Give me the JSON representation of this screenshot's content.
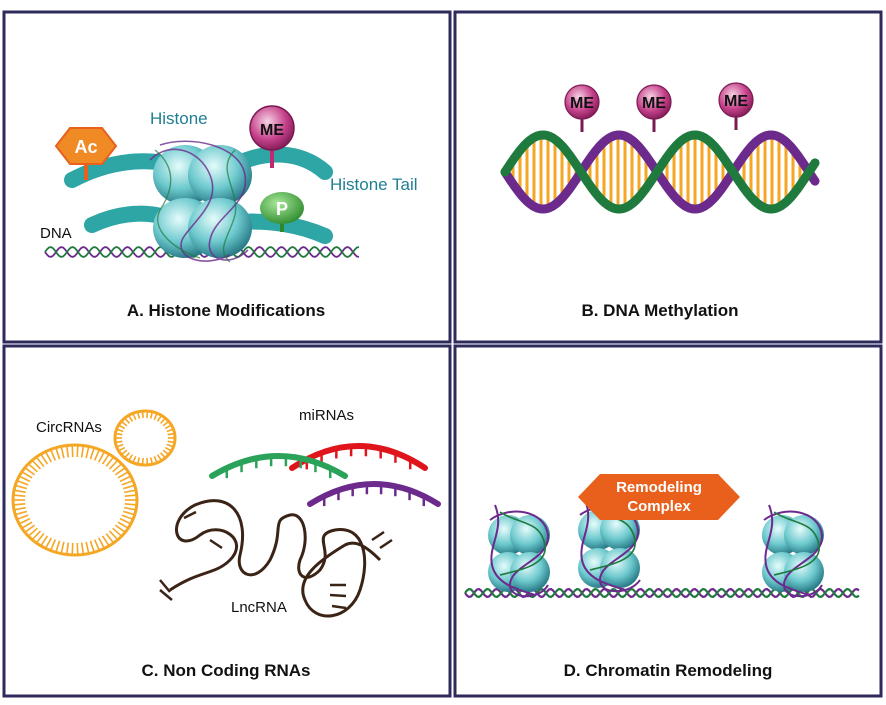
{
  "panels": {
    "a": {
      "caption": "A. Histone Modifications",
      "labels": {
        "histone": "Histone",
        "histone_tail": "Histone Tail",
        "dna": "DNA",
        "ac": "Ac",
        "me": "ME",
        "p": "P"
      }
    },
    "b": {
      "caption": "B. DNA Methylation",
      "me_labels": [
        "ME",
        "ME",
        "ME"
      ]
    },
    "c": {
      "caption": "C. Non Coding RNAs",
      "labels": {
        "circrnas": "CircRNAs",
        "mirnas": "miRNAs",
        "lncrna": "LncRNA"
      }
    },
    "d": {
      "caption": "D. Chromatin Remodeling",
      "complex_line1": "Remodeling",
      "complex_line2": "Complex"
    }
  },
  "colors": {
    "border": "#2e2a5c",
    "teal": "#2ea6a6",
    "purple": "#6b2a8c",
    "green": "#1f7a3e",
    "orange": "#f5a623",
    "orange_dark": "#e8601c",
    "red": "#e0151c",
    "rna_green": "#2aa25a",
    "brown": "#3b2416",
    "me_pink": "#c02870",
    "p_green": "#3a9a3a"
  }
}
